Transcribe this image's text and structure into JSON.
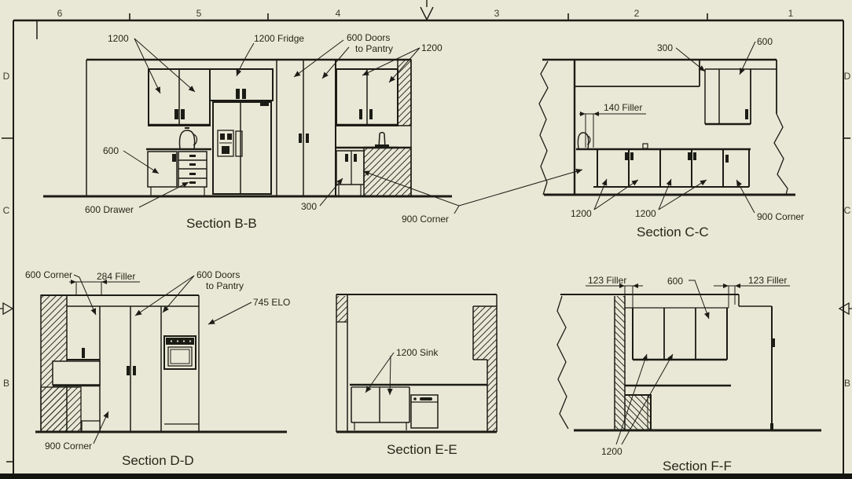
{
  "colors": {
    "background": "#e9e8d6",
    "line": "#1c1c16",
    "text": "#26261a"
  },
  "frame": {
    "top_ruler": [
      "6",
      "5",
      "4",
      "3",
      "2",
      "1"
    ],
    "left_ruler": [
      "D",
      "C",
      "B"
    ],
    "right_ruler": [
      "D",
      "C",
      "B"
    ]
  },
  "section_bb": {
    "title": "Section B-B",
    "label_upper_1200": "1200",
    "label_fridge": "1200 Fridge",
    "label_pantry_line1": "600 Doors",
    "label_pantry_line2": "to Pantry",
    "label_upper_right_1200": "1200",
    "label_base_600": "600",
    "label_drawer": "600 Drawer",
    "label_base_300": "300",
    "label_corner_900": "900 Corner"
  },
  "section_cc": {
    "title": "Section C-C",
    "label_300": "300",
    "label_600": "600",
    "label_filler_140": "140 Filler",
    "label_1200_a": "1200",
    "label_1200_b": "1200",
    "label_corner_900": "900 Corner"
  },
  "section_dd": {
    "title": "Section D-D",
    "label_corner_600": "600 Corner",
    "label_filler_284": "284 Filler",
    "label_pantry_line1": "600 Doors",
    "label_pantry_line2": "to Pantry",
    "label_elo_745": "745 ELO",
    "label_corner_900": "900 Corner"
  },
  "section_ee": {
    "title": "Section E-E",
    "label_sink_1200": "1200 Sink"
  },
  "section_ff": {
    "title": "Section F-F",
    "label_filler_left": "123 Filler",
    "label_600": "600",
    "label_filler_right": "123 Filler",
    "label_1200": "1200"
  }
}
